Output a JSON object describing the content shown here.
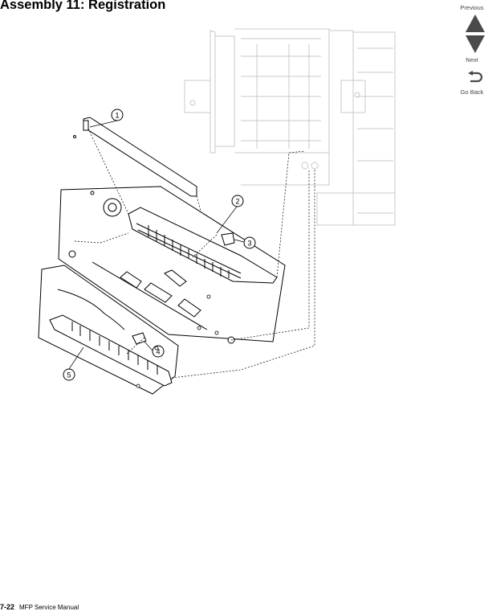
{
  "page": {
    "title": "Assembly 11:  Registration",
    "footer_page": "7-22",
    "footer_manual": "MFP Service Manual"
  },
  "nav": {
    "previous_label": "Previous",
    "next_label": "Next",
    "back_label": "Go Back"
  },
  "callouts": [
    "1",
    "2",
    "3",
    "4",
    "5"
  ]
}
